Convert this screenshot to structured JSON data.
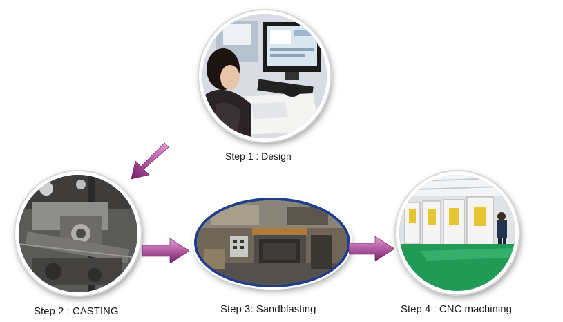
{
  "steps": [
    {
      "label": "Step 1 : Design"
    },
    {
      "label": "Step 2 : CASTING"
    },
    {
      "label": "Step 3: Sandblasting"
    },
    {
      "label": "Step 4 : CNC machining"
    }
  ],
  "icons": {
    "arrow": "arrow-icon",
    "photo": "photo"
  },
  "colors": {
    "arrow_dark": "#7a1f6e",
    "arrow_light": "#e79ad6",
    "oval_border": "#1f3d8a",
    "text": "#1a1a1a"
  }
}
